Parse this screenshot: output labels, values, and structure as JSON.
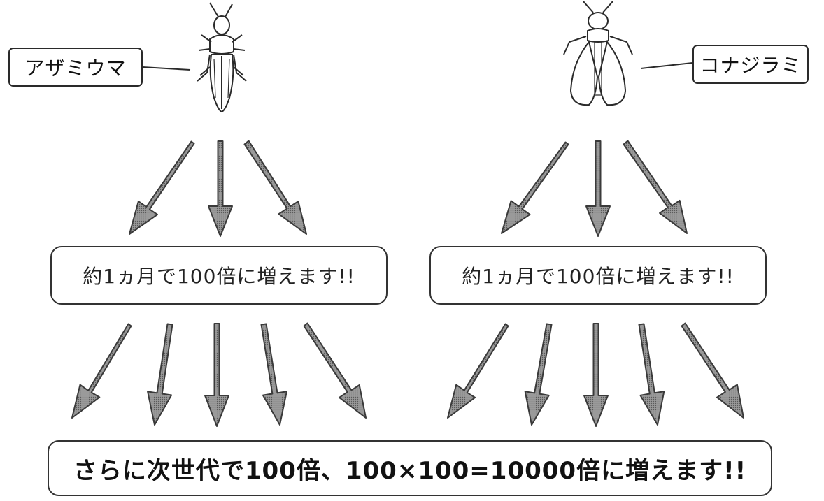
{
  "insects": {
    "left_label": "アザミウマ",
    "left_icon": "thrips-icon",
    "right_label": "コナジラミ",
    "right_icon": "whitefly-icon"
  },
  "growth": {
    "left_text": "約1ヵ月で100倍に増えます!!",
    "right_text": "約1ヵ月で100倍に増えます!!",
    "final_text": "さらに次世代で100倍、100×100=10000倍に増えます!!"
  },
  "colors": {
    "arrow_fill": "#8a8a8a",
    "arrow_stroke": "#3a3a3a",
    "outline": "#2a2a2a"
  }
}
